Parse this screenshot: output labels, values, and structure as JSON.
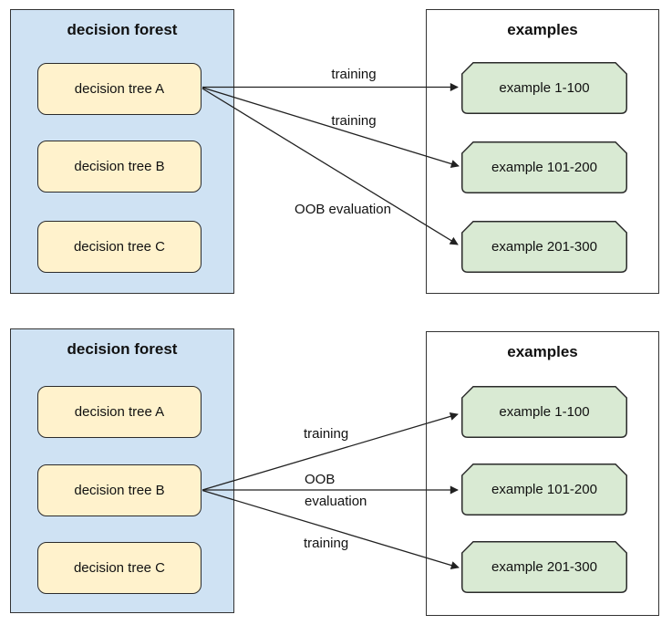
{
  "colors": {
    "forest_fill": "#cfe2f3",
    "tree_fill": "#fff2cc",
    "example_fill": "#d9ead3",
    "panel_border": "#333333",
    "node_border": "#2b2b2b",
    "arrow": "#212121"
  },
  "sections": [
    {
      "name": "top",
      "forest": {
        "title": "decision forest",
        "trees": [
          {
            "label": "decision tree A"
          },
          {
            "label": "decision tree B"
          },
          {
            "label": "decision tree C"
          }
        ]
      },
      "examples": {
        "title": "examples",
        "items": [
          {
            "label": "example 1-100"
          },
          {
            "label": "example 101-200"
          },
          {
            "label": "example 201-300"
          }
        ]
      },
      "arrows": [
        {
          "from": "decision tree A",
          "to": "example 1-100",
          "label_lines": [
            "training"
          ]
        },
        {
          "from": "decision tree A",
          "to": "example 101-200",
          "label_lines": [
            "training"
          ]
        },
        {
          "from": "decision tree A",
          "to": "example 201-300",
          "label_lines": [
            "OOB evaluation"
          ]
        }
      ]
    },
    {
      "name": "bottom",
      "forest": {
        "title": "decision forest",
        "trees": [
          {
            "label": "decision tree A"
          },
          {
            "label": "decision tree B"
          },
          {
            "label": "decision tree C"
          }
        ]
      },
      "examples": {
        "title": "examples",
        "items": [
          {
            "label": "example 1-100"
          },
          {
            "label": "example 101-200"
          },
          {
            "label": "example 201-300"
          }
        ]
      },
      "arrows": [
        {
          "from": "decision tree B",
          "to": "example 1-100",
          "label_lines": [
            "training"
          ]
        },
        {
          "from": "decision tree B",
          "to": "example 101-200",
          "label_lines": [
            "OOB",
            "evaluation"
          ]
        },
        {
          "from": "decision tree B",
          "to": "example 201-300",
          "label_lines": [
            "training"
          ]
        }
      ]
    }
  ]
}
